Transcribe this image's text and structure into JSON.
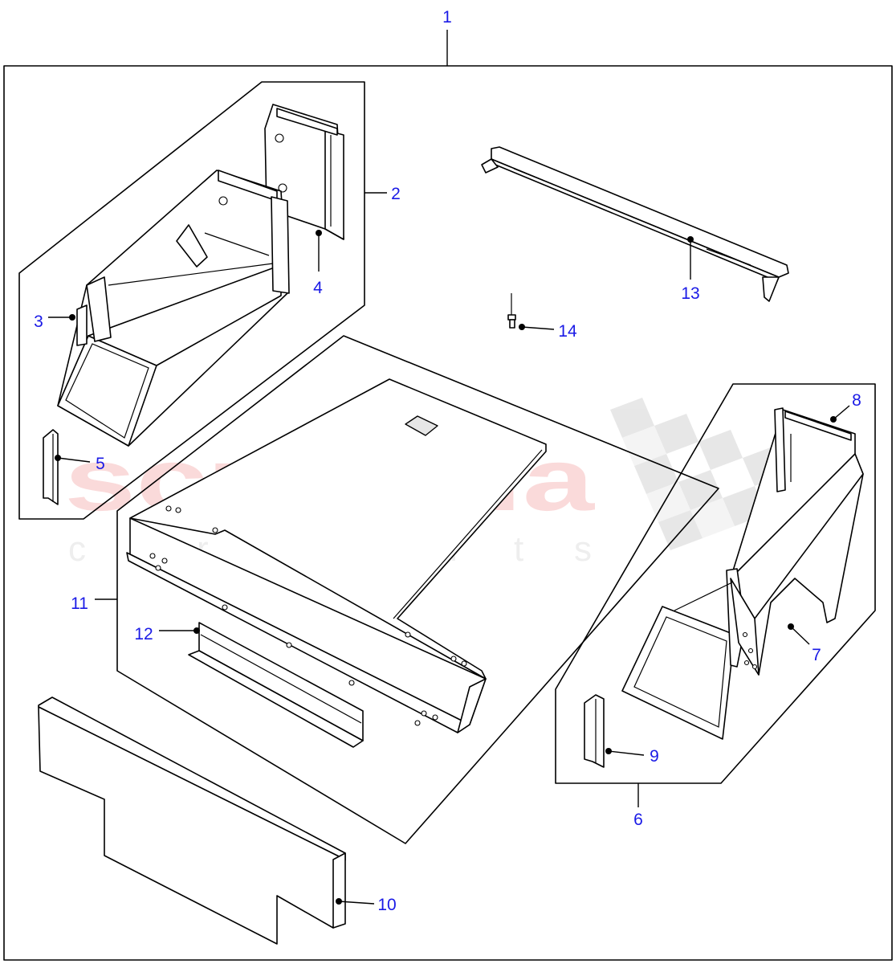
{
  "colors": {
    "callout": "#1a1ae6",
    "line": "#000000",
    "watermark_main": "#e00000",
    "watermark_sub": "#808080"
  },
  "watermark": {
    "brand": "scuderia",
    "tagline_letters": [
      "c",
      "a",
      "r",
      "p",
      "a",
      "r",
      "t",
      "s"
    ]
  },
  "callouts": [
    {
      "id": "c1",
      "label": "1"
    },
    {
      "id": "c2",
      "label": "2"
    },
    {
      "id": "c3",
      "label": "3"
    },
    {
      "id": "c4",
      "label": "4"
    },
    {
      "id": "c5",
      "label": "5"
    },
    {
      "id": "c6",
      "label": "6"
    },
    {
      "id": "c7",
      "label": "7"
    },
    {
      "id": "c8",
      "label": "8"
    },
    {
      "id": "c9",
      "label": "9"
    },
    {
      "id": "c10",
      "label": "10"
    },
    {
      "id": "c11",
      "label": "11"
    },
    {
      "id": "c12",
      "label": "12"
    },
    {
      "id": "c13",
      "label": "13"
    },
    {
      "id": "c14",
      "label": "14"
    }
  ]
}
